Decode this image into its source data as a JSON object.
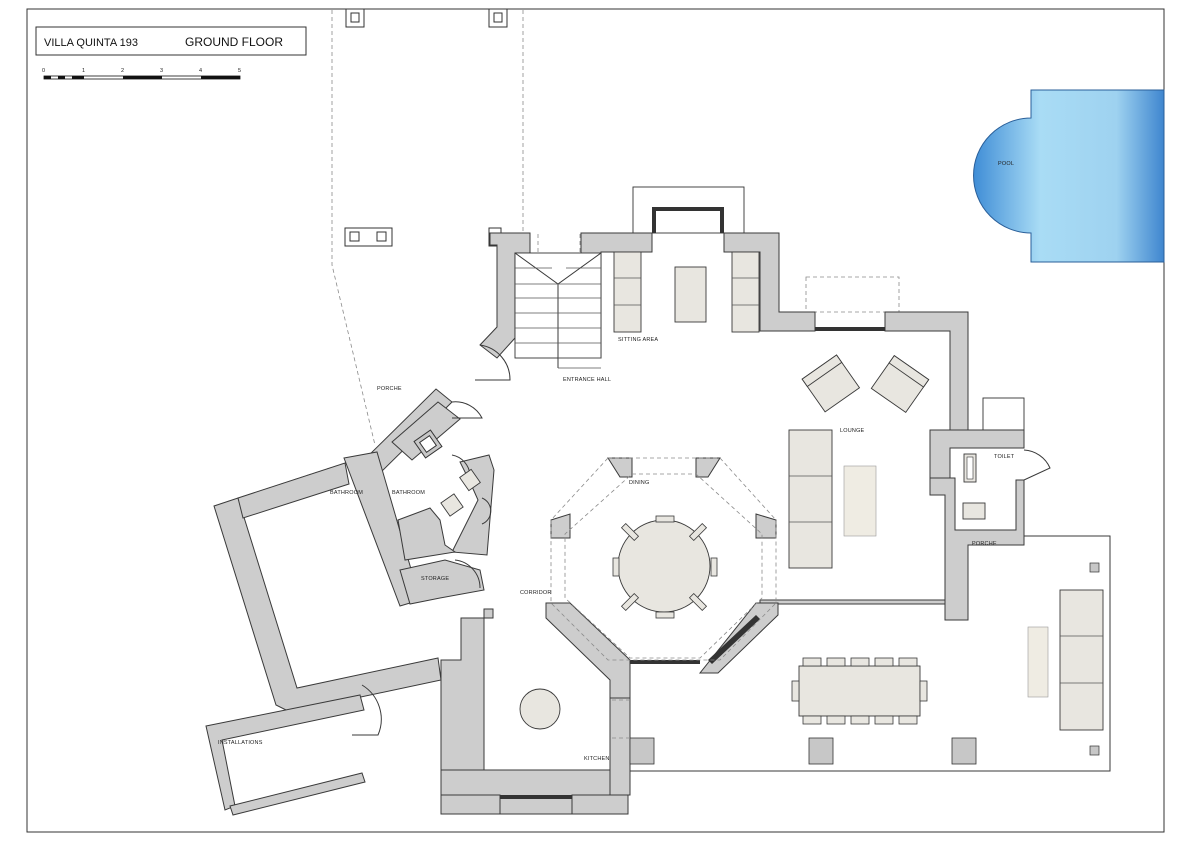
{
  "title_block": {
    "project": "VILLA QUINTA  193",
    "floor": "GROUND FLOOR"
  },
  "scale_bar": {
    "ticks": [
      "0",
      "1",
      "2",
      "3",
      "4",
      "5"
    ]
  },
  "rooms": {
    "pool": "POOL",
    "porche_left": "PORCHE",
    "entrance_hall": "ENTRANCE HALL",
    "sitting_area": "SITTING AREA",
    "lounge": "LOUNGE",
    "toilet": "TOILET",
    "porche_right": "PORCHE",
    "bathroom_1": "BATHROOM",
    "bathroom_2": "BATHROOM",
    "dining": "DINING",
    "storage": "STORAGE",
    "corridor": "CORRIDOR",
    "kitchen": "KITCHEN",
    "installations": "INSTALLATIONS"
  },
  "colors": {
    "wall": "#cdcdcd",
    "furniture": "#e8e6e0",
    "pool_light": "#a9dcf5",
    "pool_dark": "#3f8dd6"
  }
}
